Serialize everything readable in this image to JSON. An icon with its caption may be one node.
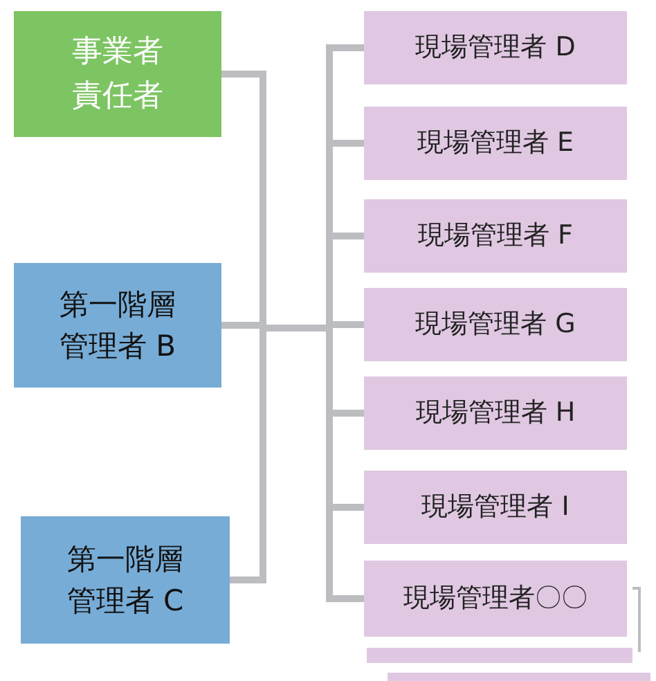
{
  "diagram": {
    "nodes": [
      {
        "text": [
          "事業者責任者"
        ]
      },
      {
        "text": [
          "第一階層管理者 B"
        ]
      },
      {
        "text": [
          "第一階層管理者 C"
        ]
      },
      {
        "text": [
          "現場管理者 D"
        ]
      },
      {
        "text": [
          "現場管理者 E"
        ]
      },
      {
        "text": [
          "現場管理者 F"
        ]
      },
      {
        "text": [
          "現場管理者 G"
        ]
      },
      {
        "text": [
          "現場管理者 H"
        ]
      },
      {
        "text": [
          "現場管理者 I"
        ]
      },
      {
        "text": [
          "現場管理者〇〇"
        ]
      }
    ],
    "edges": [
      {
        "from": 0,
        "to": 3,
        "arrow": "none"
      },
      {
        "from": 0,
        "to": 4,
        "arrow": "none"
      },
      {
        "from": 0,
        "to": 5,
        "arrow": "none"
      },
      {
        "from": 0,
        "to": 6,
        "arrow": "none"
      },
      {
        "from": 0,
        "to": 7,
        "arrow": "none"
      },
      {
        "from": 0,
        "to": 8,
        "arrow": "none"
      },
      {
        "from": 0,
        "to": 9,
        "arrow": "none"
      },
      {
        "from": 1,
        "to": 3,
        "arrow": "none"
      },
      {
        "from": 1,
        "to": 4,
        "arrow": "none"
      },
      {
        "from": 1,
        "to": 5,
        "arrow": "none"
      },
      {
        "from": 1,
        "to": 6,
        "arrow": "none"
      },
      {
        "from": 1,
        "to": 7,
        "arrow": "none"
      },
      {
        "from": 1,
        "to": 8,
        "arrow": "none"
      },
      {
        "from": 1,
        "to": 9,
        "arrow": "none"
      },
      {
        "from": 2,
        "to": 3,
        "arrow": "none"
      },
      {
        "from": 2,
        "to": 4,
        "arrow": "none"
      },
      {
        "from": 2,
        "to": 5,
        "arrow": "none"
      },
      {
        "from": 2,
        "to": 6,
        "arrow": "none"
      },
      {
        "from": 2,
        "to": 7,
        "arrow": "none"
      },
      {
        "from": 2,
        "to": 8,
        "arrow": "none"
      },
      {
        "from": 2,
        "to": 9,
        "arrow": "none"
      }
    ]
  }
}
